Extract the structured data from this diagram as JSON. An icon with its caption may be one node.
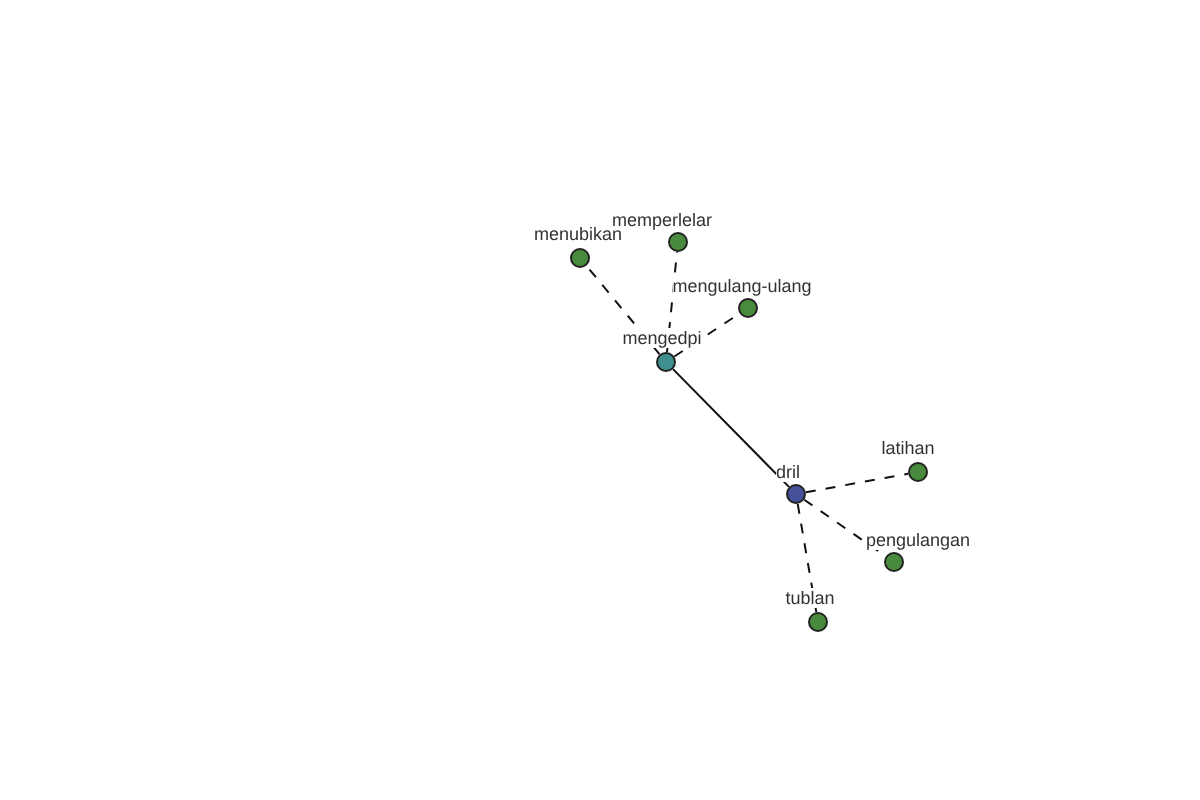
{
  "diagram": {
    "nodes": [
      {
        "text": [],
        "shape": "circle",
        "beside": [
          "menubikan"
        ]
      },
      {
        "text": [],
        "shape": "circle",
        "beside": [
          "memperlelar"
        ]
      },
      {
        "text": [],
        "shape": "circle",
        "beside": [
          "mengulang-ulang"
        ]
      },
      {
        "text": [],
        "shape": "circle",
        "beside": [
          "mengedpi"
        ]
      },
      {
        "text": [],
        "shape": "circle",
        "beside": [
          "dril"
        ]
      },
      {
        "text": [],
        "shape": "circle",
        "beside": [
          "latihan"
        ]
      },
      {
        "text": [],
        "shape": "circle",
        "beside": [
          "pengulangan"
        ]
      },
      {
        "text": [],
        "shape": "circle",
        "beside": [
          "tublan"
        ]
      }
    ],
    "edges": [
      {
        "from": 3,
        "to": 0,
        "arrow": "none",
        "style": "dashed"
      },
      {
        "from": 3,
        "to": 1,
        "arrow": "none",
        "style": "dashed"
      },
      {
        "from": 3,
        "to": 2,
        "arrow": "none",
        "style": "dashed"
      },
      {
        "from": 3,
        "to": 4,
        "arrow": "none"
      },
      {
        "from": 4,
        "to": 5,
        "arrow": "none",
        "style": "dashed"
      },
      {
        "from": 4,
        "to": 6,
        "arrow": "none",
        "style": "dashed"
      },
      {
        "from": 4,
        "to": 7,
        "arrow": "none",
        "style": "dashed"
      }
    ]
  }
}
